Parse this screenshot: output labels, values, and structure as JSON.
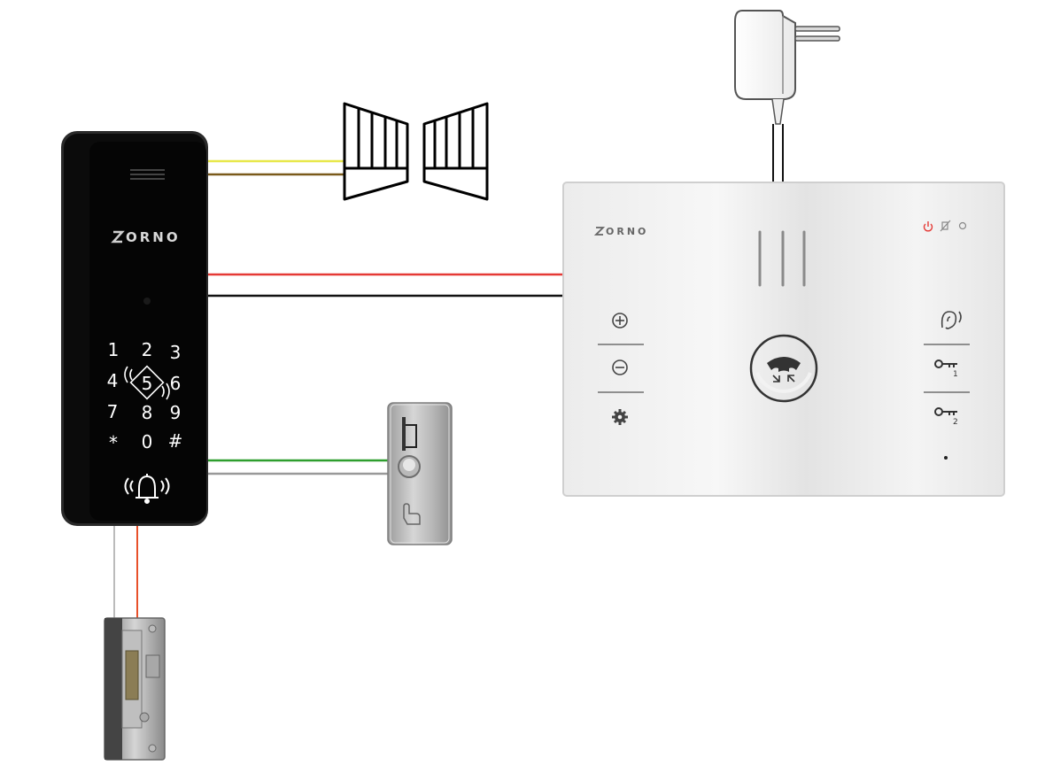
{
  "outdoor_panel": {
    "brand": "ORNO",
    "keypad": [
      "1",
      "2",
      "3",
      "4",
      "5",
      "6",
      "7",
      "8",
      "9",
      "*",
      "0",
      "#"
    ]
  },
  "monitor": {
    "brand": "ORNO",
    "left_buttons": [
      "plus-icon",
      "minus-icon",
      "gear-icon"
    ],
    "right_buttons": [
      "ear-icon",
      "key-1-icon",
      "key-2-icon"
    ],
    "key_labels": [
      "1",
      "2"
    ],
    "status_indicators": [
      "power-icon",
      "mute-icon",
      "circle-icon"
    ],
    "status_colors": {
      "power": "#e53935",
      "other": "#888888"
    }
  },
  "wires": {
    "gate": [
      "#e8e84a",
      "#7a5a1a"
    ],
    "monitor": [
      "#e53935",
      "#111111"
    ],
    "exit_button": [
      "#2e9e2e",
      "#999999"
    ],
    "lock": [
      "#bbbbbb",
      "#e8502a"
    ],
    "power": [
      "#111111",
      "#111111"
    ]
  },
  "icons": {
    "gate": "gate-icon",
    "exit_button": "exit-button-icon",
    "lock": "electric-lock-icon",
    "power_adapter": "power-adapter-icon",
    "handset": "handset-icon",
    "bell": "bell-icon",
    "rfid": "rfid-icon"
  }
}
